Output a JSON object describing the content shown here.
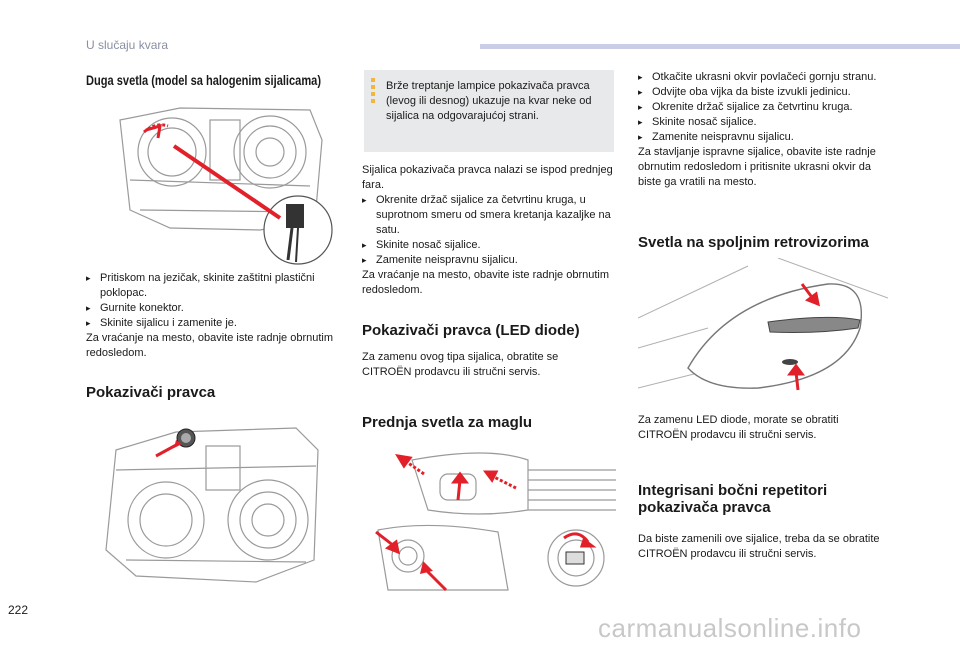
{
  "header": {
    "section": "U slučaju kvara",
    "page_number": "222"
  },
  "col1": {
    "title": "Duga svetla (model sa halogenim sijalicama)",
    "steps": [
      "Pritiskom na jezičak, skinite zaštitni plastični poklopac.",
      "Gurnite konektor.",
      "Skinite sijalicu i zamenite je."
    ],
    "note": "Za vraćanje na mesto, obavite iste radnje obrnutim redosledom.",
    "section2_title": "Pokazivači pravca"
  },
  "col2": {
    "info": "Brže treptanje lampice pokazivača pravca (levog ili desnog) ukazuje na kvar neke od sijalica na odgovarajućoj strani.",
    "intro": "Sijalica pokazivača pravca nalazi se ispod prednjeg fara.",
    "steps": [
      "Okrenite držač sijalice za četvrtinu kruga, u suprotnom smeru od smera kretanja kazaljke na satu.",
      "Skinite nosač sijalice.",
      "Zamenite neispravnu sijalicu."
    ],
    "note": "Za vraćanje na mesto, obavite iste radnje obrnutim redosledom.",
    "led_title": "Pokazivači pravca (LED diode)",
    "led_text": "Za zamenu ovog tipa sijalica, obratite se CITROËN prodavcu ili stručni servis.",
    "fog_title": "Prednja svetla za maglu"
  },
  "col3": {
    "steps": [
      "Otkačite ukrasni okvir povlačeći gornju stranu.",
      "Odvijte oba vijka da biste izvukli jedinicu.",
      "Okrenite držač sijalice za četvrtinu kruga.",
      "Skinite nosač sijalice.",
      "Zamenite neispravnu sijalicu."
    ],
    "note": "Za stavljanje ispravne sijalice, obavite iste radnje obrnutim redosledom i pritisnite ukrasni okvir da biste ga vratili na mesto.",
    "mirror_title": "Svetla na spoljnim retrovizorima",
    "mirror_text": "Za zamenu LED diode, morate se obratiti CITROËN prodavcu ili stručni servis.",
    "repeater_title": "Integrisani bočni repetitori pokazivača pravca",
    "repeater_text": "Da biste zamenili ove sijalice, treba da se obratite CITROËN prodavcu ili stručni servis."
  },
  "watermark": "carmanualsonline.info",
  "colors": {
    "accent_red": "#e2202a",
    "header_bar": "#c9cde6",
    "info_bg": "#e8e9eb",
    "info_stripe": "#f0b73a"
  },
  "icons": [
    "bullet-arrow-icon",
    "warning-stripe-icon"
  ]
}
